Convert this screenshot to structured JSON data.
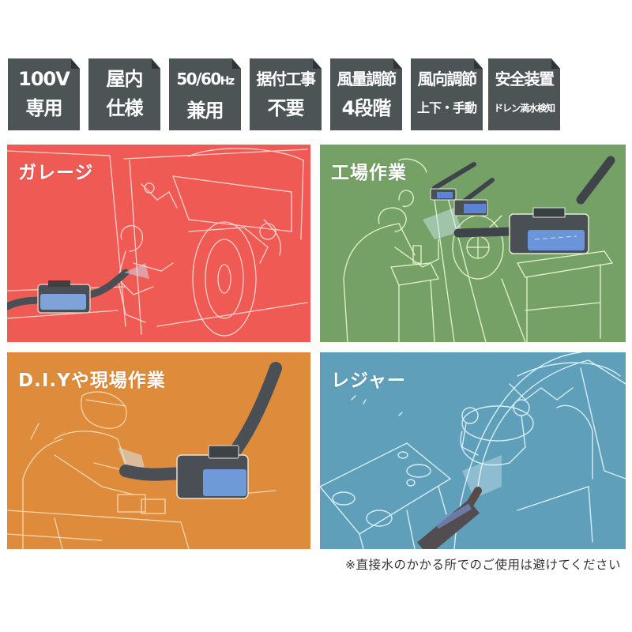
{
  "badges": [
    {
      "line1": "100V",
      "line2": "専用"
    },
    {
      "line1": "屋内",
      "line2": "仕様"
    },
    {
      "line1": "50/60",
      "line1_unit": "Hz",
      "line2": "兼用"
    },
    {
      "line1": "据付工事",
      "line2": "不要"
    },
    {
      "line1": "風量調節",
      "line2": "4段階"
    },
    {
      "line1": "風向調節",
      "line2": "上下・手動"
    },
    {
      "line1": "安全装置",
      "line2": "ドレン満水検知"
    }
  ],
  "panels": [
    {
      "title": "ガレージ",
      "color": "#ef5a54",
      "scene": "motorcycle-garage-illustration"
    },
    {
      "title": "工場作業",
      "color": "#76a166",
      "scene": "factory-workbench-illustration"
    },
    {
      "title": "D.I.Yや現場作業",
      "color": "#de8c3c",
      "scene": "diy-worker-illustration"
    },
    {
      "title": "レジャー",
      "color": "#5f9fba",
      "scene": "camping-tent-illustration"
    }
  ],
  "colors": {
    "badge_bg": "#4d5456",
    "device_body": "#4a4f55",
    "device_panel": "#6f9ad8"
  },
  "footnote": "※直接水のかかる所でのご使用は避けてください"
}
